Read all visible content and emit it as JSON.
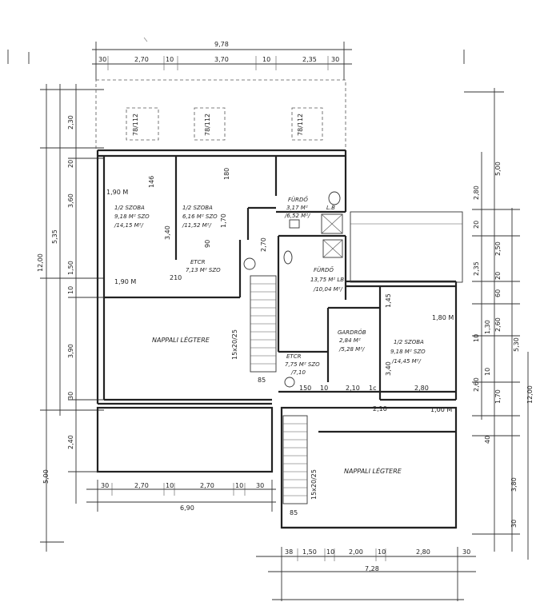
{
  "top_dims": {
    "overall": "9,78",
    "parts": [
      "30",
      "2,70",
      "10",
      "3,70",
      "10",
      "2,35",
      "30"
    ]
  },
  "bottom_dims_left": {
    "overall": "6,90",
    "parts": [
      "30",
      "2,70",
      "10",
      "2,70",
      "10",
      "30"
    ]
  },
  "bottom_dims_right": {
    "overall": "7,28",
    "parts": [
      "38",
      "1,50",
      "10",
      "2,00",
      "10",
      "2,80",
      "30"
    ]
  },
  "left_dims": {
    "overall": "12,00",
    "outer": [
      "5,35",
      "5,00"
    ],
    "parts": [
      "2,30",
      "20",
      "3,60",
      "1,50",
      "10",
      "3,90",
      "30",
      "2,40"
    ]
  },
  "right_dims": {
    "overall": "12,00",
    "outer": [
      "5,00",
      "5,30"
    ],
    "parts": [
      "2,80",
      "20",
      "2,50",
      "2,35",
      "20",
      "60",
      "2,60",
      "10",
      "1,30",
      "2,60",
      "1,70",
      "10",
      "40",
      "3,80",
      "30"
    ]
  },
  "rooms": {
    "szoba1": [
      "1/2 SZOBA",
      "9,18 M² SZO",
      "/14,15 M²/"
    ],
    "szoba2": [
      "1/2 SZOBA",
      "6,16 M² SZO",
      "/11,52 M²/"
    ],
    "etcr1": [
      "ETCR",
      "7,13 M² SZO"
    ],
    "furdo1": [
      "FÜRDŐ",
      "3,17 M²",
      "/6,52 M²/"
    ],
    "furdo2": [
      "FÜRDŐ",
      "13,75 M² LB",
      "/10,04 M²/"
    ],
    "gardrob": [
      "GARDRÓB",
      "2,84 M²",
      "/5,28 M²/"
    ],
    "szoba3": [
      "1/2 SZOBA",
      "9,18 M² SZO",
      "/14,45 M²/"
    ],
    "etcr2": [
      "ETCR",
      "7,75 M² SZO",
      "/7,10"
    ],
    "nappali1": "NAPPALI LÉGTERE",
    "nappali2": "NAPPALI LÉGTERE"
  },
  "notes": {
    "h1": "1,90 M",
    "h2": "1,90 M",
    "h3": "1,80 M",
    "h4": "1,00 M",
    "lb": "L.B",
    "d85a": "85",
    "d85b": "85",
    "stair1": "15x20/25",
    "stair2": "15x20/25",
    "w146": "146",
    "w180": "180",
    "w78a": "78/112",
    "w78b": "78/112",
    "w78c": "78/112",
    "m340a": "3,40",
    "m340b": "3,40",
    "m170": "1,70",
    "m145": "1,45",
    "m150": "150",
    "m210": "2,10",
    "m210b": "2,10",
    "m280": "2,80",
    "m10c": "1c",
    "m10": "10",
    "m270": "2,70",
    "m90": "90",
    "m210c": "210"
  }
}
